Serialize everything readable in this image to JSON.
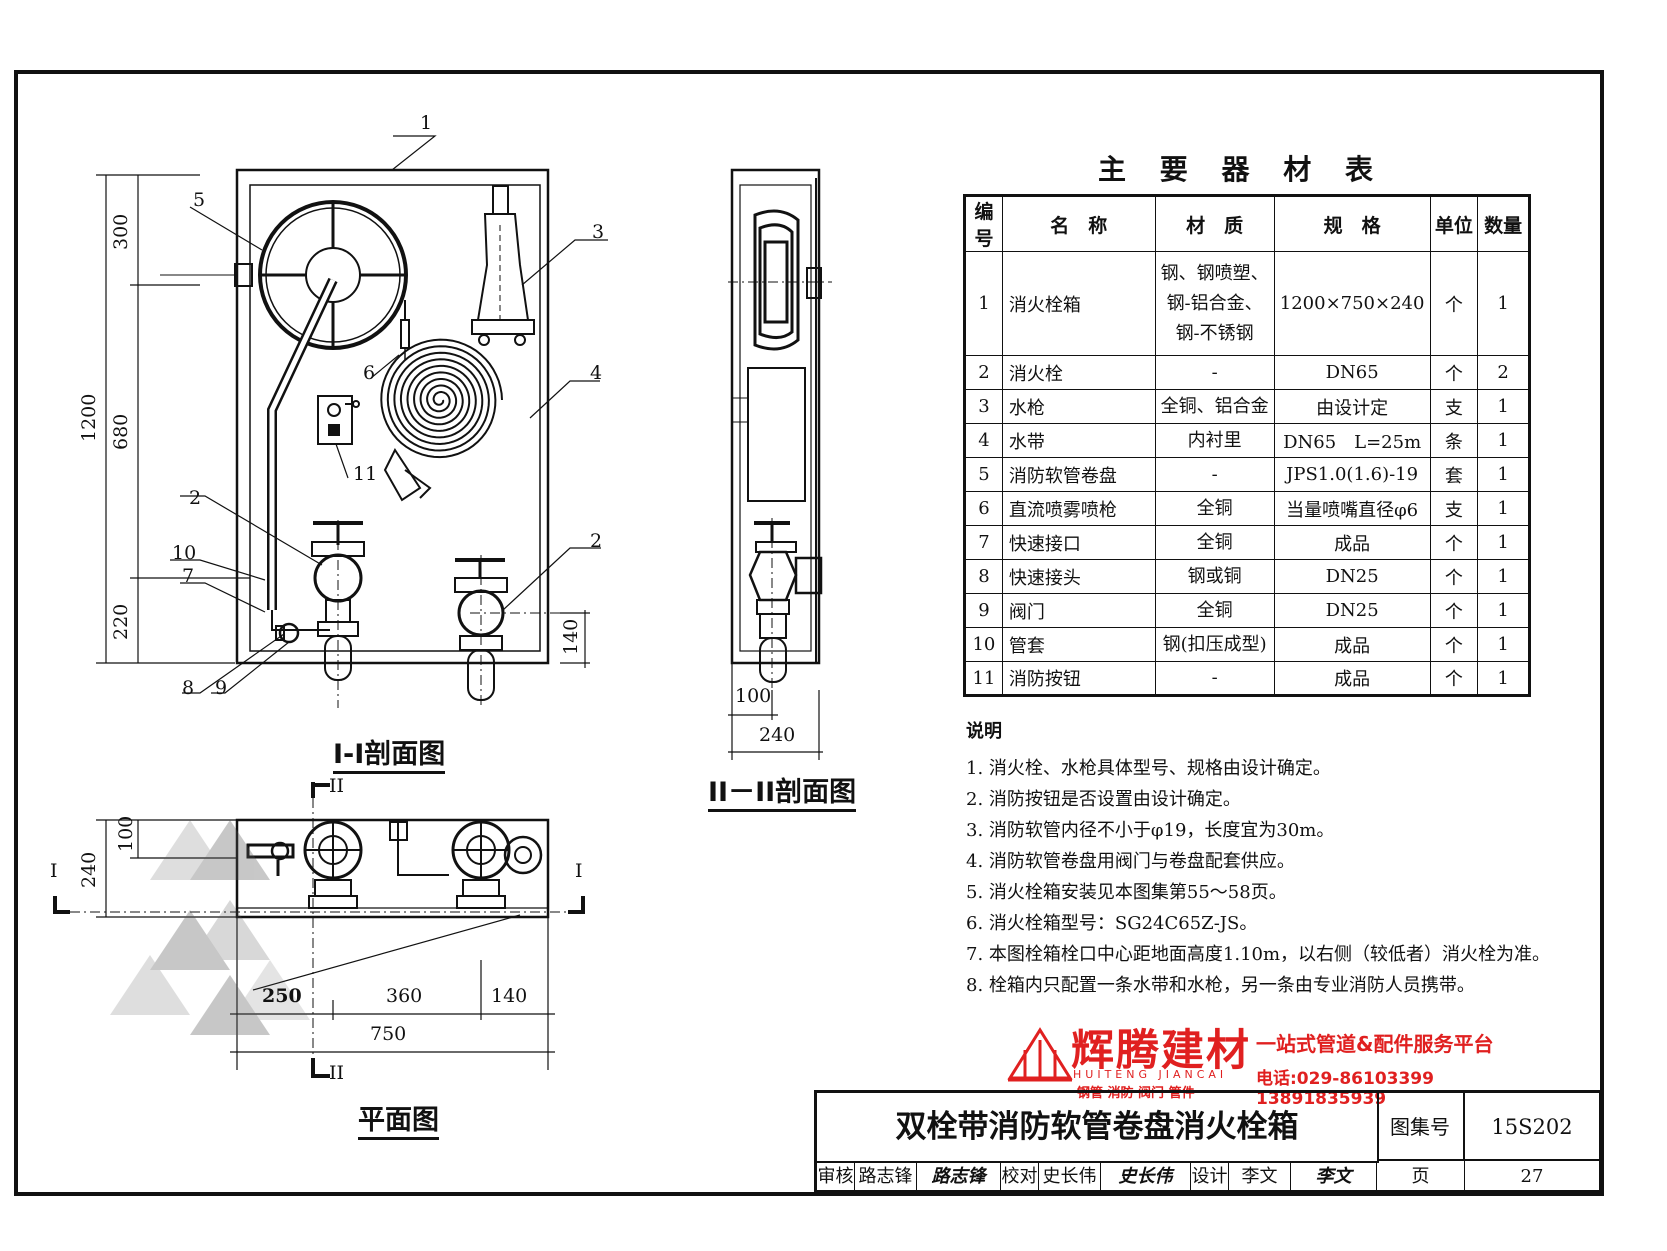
{
  "labels": {
    "section_1": "I-I剖面图",
    "section_2": "II－II剖面图",
    "plan": "平面图",
    "cut_mark_II": "II",
    "cut_mark_I": "I"
  },
  "dimensions": {
    "front_total": "1200",
    "front_top": "300",
    "front_mid": "680",
    "front_bottom": "220",
    "front_valve": "140",
    "side_inner": "100",
    "side_total": "240",
    "plan_depth": "240",
    "plan_inner": "100",
    "plan_left": "250",
    "plan_mid": "360",
    "plan_right": "140",
    "plan_total": "750"
  },
  "callouts": [
    "1",
    "2",
    "3",
    "4",
    "5",
    "6",
    "7",
    "8",
    "9",
    "10",
    "11",
    "2"
  ],
  "material_table": {
    "title": "主 要 器 材 表",
    "headers": [
      "编号",
      "名　称",
      "材　质",
      "规　格",
      "单位",
      "数量"
    ],
    "rows": [
      {
        "no": "1",
        "name": "消火栓箱",
        "material": [
          "钢、钢喷塑、",
          "钢-铝合金、",
          "钢-不锈钢"
        ],
        "spec": "1200×750×240",
        "unit": "个",
        "qty": "1"
      },
      {
        "no": "2",
        "name": "消火栓",
        "material": [
          "-"
        ],
        "spec": "DN65",
        "unit": "个",
        "qty": "2"
      },
      {
        "no": "3",
        "name": "水枪",
        "material": [
          "全铜、铝合金"
        ],
        "spec": "由设计定",
        "unit": "支",
        "qty": "1"
      },
      {
        "no": "4",
        "name": "水带",
        "material": [
          "内衬里"
        ],
        "spec": "DN65　L=25m",
        "unit": "条",
        "qty": "1"
      },
      {
        "no": "5",
        "name": "消防软管卷盘",
        "material": [
          "-"
        ],
        "spec": "JPS1.0(1.6)-19",
        "unit": "套",
        "qty": "1"
      },
      {
        "no": "6",
        "name": "直流喷雾喷枪",
        "material": [
          "全铜"
        ],
        "spec": "当量喷嘴直径φ6",
        "unit": "支",
        "qty": "1"
      },
      {
        "no": "7",
        "name": "快速接口",
        "material": [
          "全铜"
        ],
        "spec": "成品",
        "unit": "个",
        "qty": "1"
      },
      {
        "no": "8",
        "name": "快速接头",
        "material": [
          "钢或铜"
        ],
        "spec": "DN25",
        "unit": "个",
        "qty": "1"
      },
      {
        "no": "9",
        "name": "阀门",
        "material": [
          "全铜"
        ],
        "spec": "DN25",
        "unit": "个",
        "qty": "1"
      },
      {
        "no": "10",
        "name": "管套",
        "material": [
          "钢(扣压成型)"
        ],
        "spec": "成品",
        "unit": "个",
        "qty": "1"
      },
      {
        "no": "11",
        "name": "消防按钮",
        "material": [
          "-"
        ],
        "spec": "成品",
        "unit": "个",
        "qty": "1"
      }
    ]
  },
  "notes": {
    "heading": "说明",
    "items": [
      "1. 消火栓、水枪具体型号、规格由设计确定。",
      "2. 消防按钮是否设置由设计确定。",
      "3. 消防软管内径不小于φ19，长度宜为30m。",
      "4. 消防软管卷盘用阀门与卷盘配套供应。",
      "5. 消火栓箱安装见本图集第55～58页。",
      "6. 消火栓箱型号：SG24C65Z-JS。",
      "7. 本图栓箱栓口中心距地面高度1.10m，以右侧（较低者）消火栓为准。",
      "8. 栓箱内只配置一条水带和水枪，另一条由专业消防人员携带。"
    ]
  },
  "watermark": {
    "name_cn": "辉腾建材",
    "name_en": "HUITENG JIANCAI",
    "tagline": "一站式管道&配件服务平台",
    "products": "钢管 消防 阀门 管件",
    "phone": "电话:029-86103399 13891835939",
    "color": "#e02020"
  },
  "title_block": {
    "title": "双栓带消防软管卷盘消火栓箱",
    "atlas_label": "图集号",
    "atlas_no": "15S202",
    "review_label": "审核",
    "reviewer": "路志锋",
    "check_label": "校对",
    "checker": "史长伟",
    "design_label": "设计",
    "designer": "李文",
    "page_label": "页",
    "page_no": "27"
  }
}
